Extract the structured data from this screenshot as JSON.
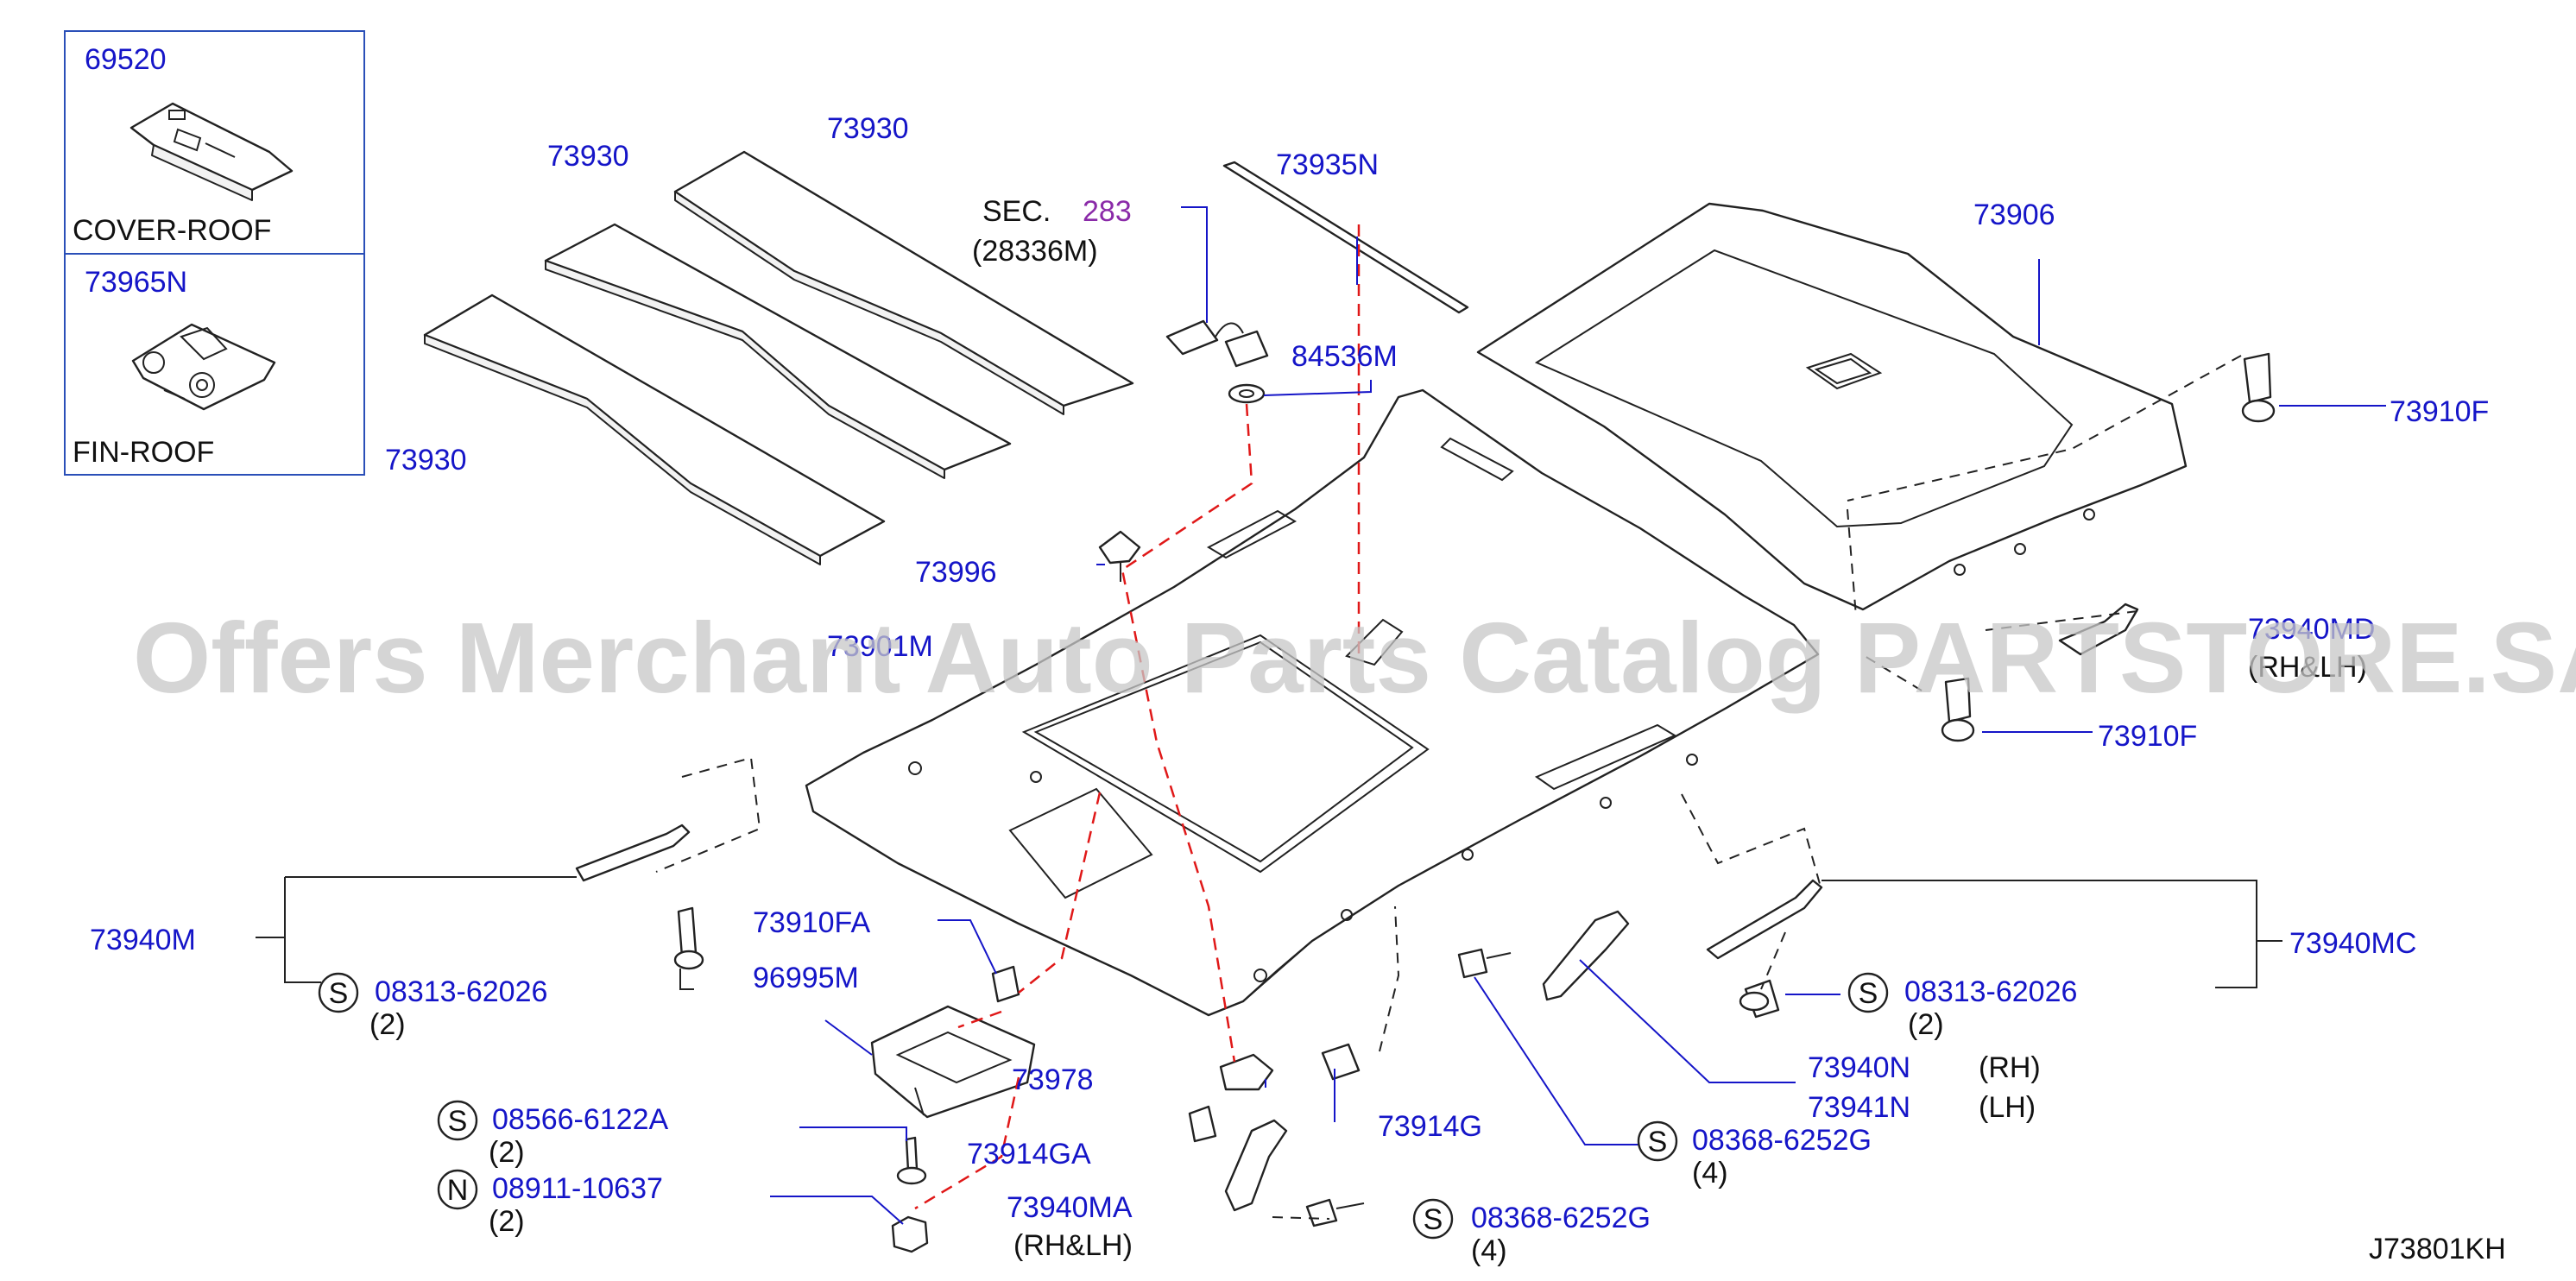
{
  "inset": {
    "top": {
      "part_no": "69520",
      "name": "COVER-ROOF"
    },
    "bottom": {
      "part_no": "73965N",
      "name": "FIN-ROOF"
    }
  },
  "labels": {
    "p73930_top": "73930",
    "p73930_mid": "73930",
    "p73930_low": "73930",
    "sec_prefix": "SEC.",
    "sec_num": "283",
    "sec_sub": "(28336M)",
    "p73935N": "73935N",
    "p84536M": "84536M",
    "p73906": "73906",
    "p73910F_top": "73910F",
    "p73910F_low": "73910F",
    "p73996": "73996",
    "p73901M": "73901M",
    "p73940MD": "73940MD",
    "p73940MD_qual": "(RH&LH)",
    "p73940M": "73940M",
    "p73940MC": "73940MC",
    "p73910FA": "73910FA",
    "p96995M": "96995M",
    "p73978": "73978",
    "p73914G": "73914G",
    "p73914GA": "73914GA",
    "p73940MA": "73940MA",
    "p73940MA_qual": "(RH&LH)",
    "p73940N": "73940N",
    "p73940N_qual": "(RH)",
    "p73941N": "73941N",
    "p73941N_qual": "(LH)",
    "catalog_code": "J73801KH"
  },
  "fasteners": [
    {
      "id": "s_left",
      "prefix": "S",
      "part_no": "08313-62026",
      "qty": "(2)"
    },
    {
      "id": "s_right",
      "prefix": "S",
      "part_no": "08313-62026",
      "qty": "(2)"
    },
    {
      "id": "s_0856",
      "prefix": "S",
      "part_no": "08566-6122A",
      "qty": "(2)"
    },
    {
      "id": "n_0891",
      "prefix": "N",
      "part_no": "08911-10637",
      "qty": "(2)"
    },
    {
      "id": "s_0836_mid",
      "prefix": "S",
      "part_no": "08368-6252G",
      "qty": "(4)"
    },
    {
      "id": "s_0836_low",
      "prefix": "S",
      "part_no": "08368-6252G",
      "qty": "(4)"
    }
  ],
  "watermark": "Offers Merchant Auto Parts Catalog PARTSTORE.SA",
  "colors": {
    "part_number": "#1515c8",
    "section_ref": "#8a2aa8",
    "leader": "#1515c8",
    "red_dash": "#e01818"
  }
}
